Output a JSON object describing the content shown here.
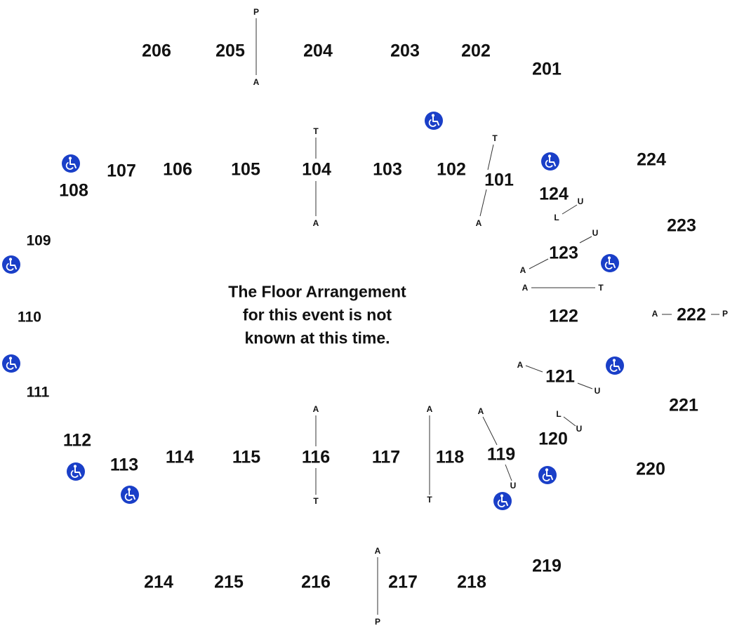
{
  "accessibility_icon": "wheelchair-icon",
  "accessibility_color": "#1a3fc8",
  "notice": {
    "line1": "The Floor Arrangement",
    "line2": "for this event is not",
    "line3": "known at this time."
  },
  "sections": {
    "s101": "101",
    "s102": "102",
    "s103": "103",
    "s104": "104",
    "s105": "105",
    "s106": "106",
    "s107": "107",
    "s108": "108",
    "s109": "109",
    "s110": "110",
    "s111": "111",
    "s112": "112",
    "s113": "113",
    "s114": "114",
    "s115": "115",
    "s116": "116",
    "s117": "117",
    "s118": "118",
    "s119": "119",
    "s120": "120",
    "s121": "121",
    "s122": "122",
    "s123": "123",
    "s124": "124",
    "s201": "201",
    "s202": "202",
    "s203": "203",
    "s204": "204",
    "s205": "205",
    "s206": "206",
    "s214": "214",
    "s215": "215",
    "s216": "216",
    "s217": "217",
    "s218": "218",
    "s219": "219",
    "s220": "220",
    "s221": "221",
    "s222": "222",
    "s223": "223",
    "s224": "224"
  },
  "markers": {
    "m205_top": "P",
    "m205_bot": "A",
    "m104_top": "T",
    "m104_bot": "A",
    "m101_top": "T",
    "m101_bot": "A",
    "m124_u": "U",
    "m124_l": "L",
    "m123_u": "U",
    "m123_a": "A",
    "m122_a": "A",
    "m122_t": "T",
    "m222_a": "A",
    "m222_p": "P",
    "m121_a": "A",
    "m121_u": "U",
    "m120_l": "L",
    "m120_u": "U",
    "m116_top": "A",
    "m116_bot": "T",
    "m118_top": "A",
    "m118_bot": "T",
    "m119_top": "A",
    "m119_bot": "U",
    "m217_top": "A",
    "m217_bot": "P"
  }
}
